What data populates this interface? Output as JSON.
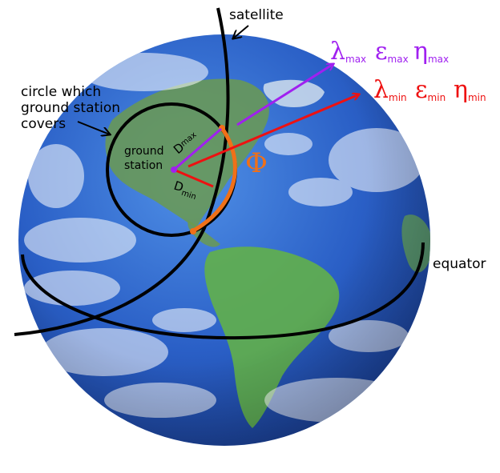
{
  "labels": {
    "satellite": "satellite",
    "coverage_circle": [
      "circle which",
      "ground station",
      "covers"
    ],
    "ground_station": [
      "ground",
      "station"
    ],
    "equator": "equator",
    "phi": "Φ",
    "d_max": {
      "base": "D",
      "sub": "max"
    },
    "d_min": {
      "base": "D",
      "sub": "min"
    },
    "max_params": [
      {
        "sym": "λ",
        "sub": "max"
      },
      {
        "sym": "ε",
        "sub": "max"
      },
      {
        "sym": "η",
        "sub": "max"
      }
    ],
    "min_params": [
      {
        "sym": "λ",
        "sub": "min"
      },
      {
        "sym": "ε",
        "sub": "min"
      },
      {
        "sym": "η",
        "sub": "min"
      }
    ]
  },
  "colors": {
    "max": "#a020f0",
    "min": "#ee1111",
    "phi": "#f07018",
    "ocean": "#2a63c8",
    "land": "#5ea84a",
    "cloud": "#ffffff",
    "line": "#000000"
  }
}
